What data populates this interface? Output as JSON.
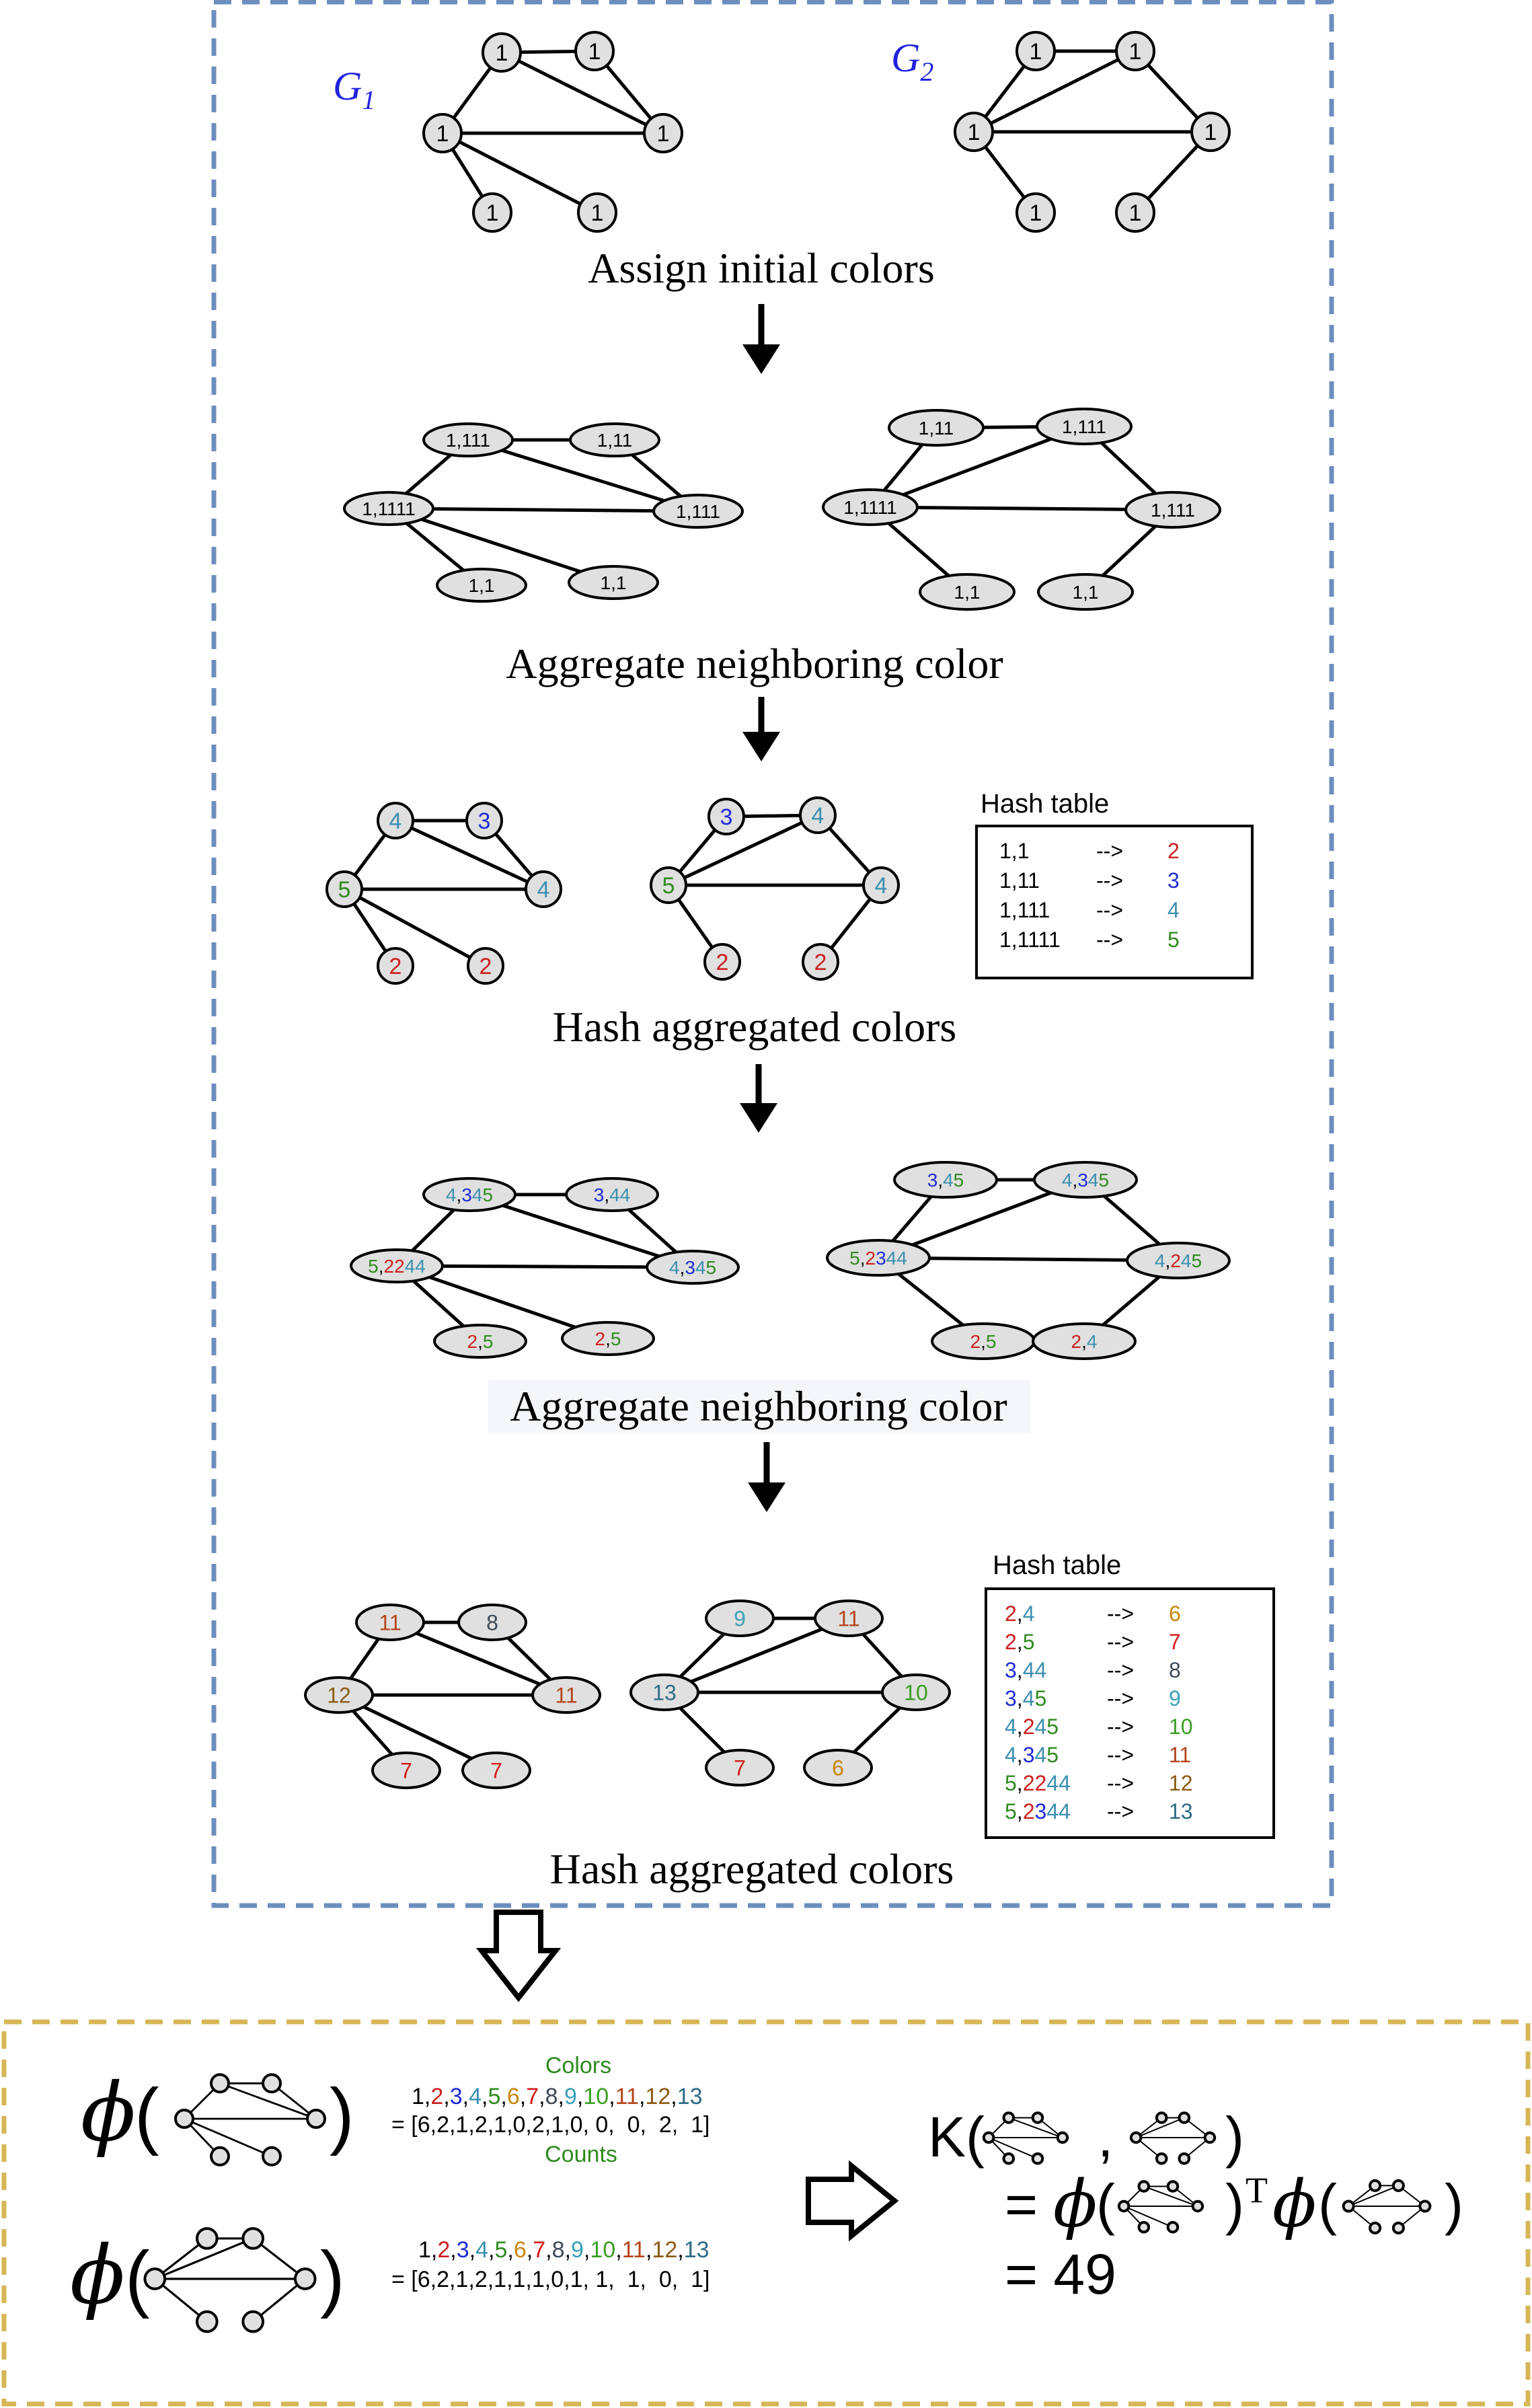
{
  "colors": {
    "c1": "#000000",
    "c2": "#cc1f1f",
    "c3": "#1f2bd6",
    "c4": "#3a8fb0",
    "c5": "#2e8b1e",
    "c6": "#c8860a",
    "c7": "#d21a1a",
    "c8": "#3d4a58",
    "c9": "#3aa0b8",
    "c10": "#3a9e22",
    "c11": "#b5451b",
    "c12": "#8b5a14",
    "c13": "#2e6a86",
    "blueBox": "#6c8ebf",
    "yellowBox": "#d6b656",
    "nodeFill": "#e0e0e0",
    "graphLabel": "#2222dd"
  },
  "graph_labels": {
    "g1_letter": "G",
    "g1_sub": "1",
    "g2_letter": "G",
    "g2_sub": "2"
  },
  "steps": {
    "assign": "Assign initial colors",
    "aggregate1": "Aggregate neighboring color",
    "hash1": "Hash aggregated colors",
    "aggregate2": "Aggregate neighboring color",
    "hash2": "Hash aggregated colors"
  },
  "stage1": {
    "g1": [
      "1",
      "1",
      "1",
      "1",
      "1",
      "1"
    ],
    "g2": [
      "1",
      "1",
      "1",
      "1",
      "1",
      "1"
    ]
  },
  "stage2": {
    "g1": [
      "1,111",
      "1,11",
      "1,1111",
      "1,111",
      "1,1",
      "1,1"
    ],
    "g2": [
      "1,11",
      "1,111",
      "1,1111",
      "1,111",
      "1,1",
      "1,1"
    ]
  },
  "stage3": {
    "g1": [
      "4",
      "3",
      "5",
      "4",
      "2",
      "2"
    ],
    "g2": [
      "3",
      "4",
      "5",
      "4",
      "2",
      "2"
    ]
  },
  "hash_table_1": {
    "title": "Hash table",
    "rows": [
      {
        "key": "1,1",
        "arrow": "-->",
        "value": "2"
      },
      {
        "key": "1,11",
        "arrow": "-->",
        "value": "3"
      },
      {
        "key": "1,111",
        "arrow": "-->",
        "value": "4"
      },
      {
        "key": "1,1111",
        "arrow": "-->",
        "value": "5"
      }
    ]
  },
  "stage4": {
    "g1": [
      "4,345",
      "3,44",
      "5,2244",
      "4,345",
      "2,5",
      "2,5"
    ],
    "g2": [
      "3,45",
      "4,345",
      "5,2344",
      "4,245",
      "2,5",
      "2,4"
    ]
  },
  "stage5": {
    "g1": [
      "11",
      "8",
      "12",
      "11",
      "7",
      "7"
    ],
    "g2": [
      "9",
      "11",
      "13",
      "10",
      "7",
      "6"
    ]
  },
  "hash_table_2": {
    "title": "Hash table",
    "rows": [
      {
        "key": "2,4",
        "arrow": "-->",
        "value": "6"
      },
      {
        "key": "2,5",
        "arrow": "-->",
        "value": "7"
      },
      {
        "key": "3,44",
        "arrow": "-->",
        "value": "8"
      },
      {
        "key": "3,45",
        "arrow": "-->",
        "value": "9"
      },
      {
        "key": "4,245",
        "arrow": "-->",
        "value": "10"
      },
      {
        "key": "4,345",
        "arrow": "-->",
        "value": "11"
      },
      {
        "key": "5,2244",
        "arrow": "-->",
        "value": "12"
      },
      {
        "key": "5,2344",
        "arrow": "-->",
        "value": "13"
      }
    ]
  },
  "features": {
    "phi": "ϕ",
    "colors_label": "Colors",
    "counts_label": "Counts",
    "color_indices": [
      "1",
      "2",
      "3",
      "4",
      "5",
      "6",
      "7",
      "8",
      "9",
      "10",
      "11",
      "12",
      "13"
    ],
    "g1_vector": "= [6,2,1,2,1,0,2,1,0, 0,  0,  2,  1]",
    "g2_vector": "= [6,2,1,2,1,1,1,0,1, 1,  1,  0,  1]"
  },
  "kernel": {
    "k_label": "K(",
    "comma": ",",
    "close": ")",
    "eq_prefix": "=",
    "transpose": "T",
    "result": "= 49"
  }
}
